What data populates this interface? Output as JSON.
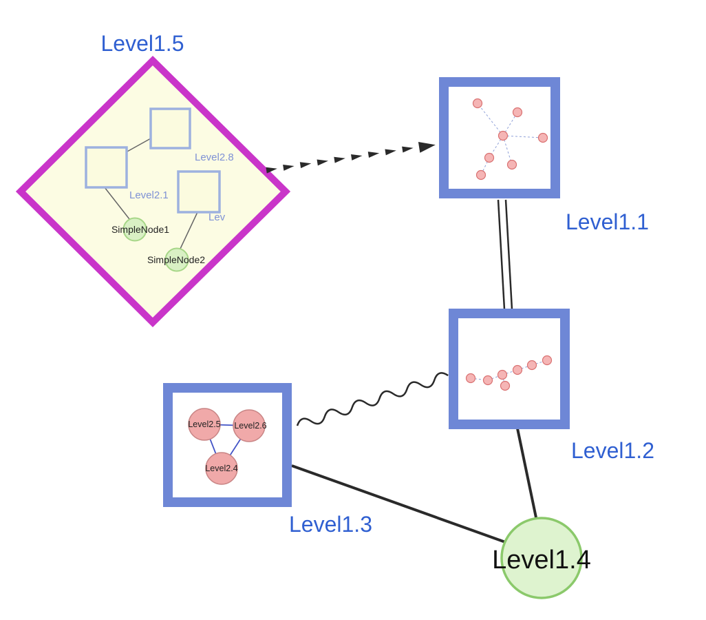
{
  "nodes": {
    "level1_5": {
      "label": "Level1.5",
      "type": "compound-diamond"
    },
    "level2_8": {
      "label": "Level2.8",
      "type": "square"
    },
    "level2_1": {
      "label": "Level2.1",
      "type": "square"
    },
    "lev": {
      "label": "Lev",
      "type": "square"
    },
    "simple_node1": {
      "label": "SimpleNode1",
      "type": "green-circle"
    },
    "simple_node2": {
      "label": "SimpleNode2",
      "type": "green-circle"
    },
    "level1_1": {
      "label": "Level1.1",
      "type": "graph-box"
    },
    "level1_2": {
      "label": "Level1.2",
      "type": "graph-box"
    },
    "level1_3": {
      "label": "Level1.3",
      "type": "graph-box"
    },
    "level1_4": {
      "label": "Level1.4",
      "type": "green-circle"
    },
    "level2_5": {
      "label": "Level2.5",
      "type": "pink-circle"
    },
    "level2_6": {
      "label": "Level2.6",
      "type": "pink-circle"
    },
    "level2_4": {
      "label": "Level2.4",
      "type": "pink-circle"
    }
  },
  "edges": [
    {
      "from": "Level1.5",
      "to": "Level1.1",
      "style": "dashed-arrow"
    },
    {
      "from": "Level1.1",
      "to": "Level1.2",
      "style": "double-line"
    },
    {
      "from": "Level1.3",
      "to": "Level1.2",
      "style": "wavy"
    },
    {
      "from": "Level1.3",
      "to": "Level1.4",
      "style": "solid"
    },
    {
      "from": "Level1.2",
      "to": "Level1.4",
      "style": "solid"
    },
    {
      "from": "Level2.8",
      "to": "Level2.1",
      "style": "solid"
    },
    {
      "from": "Level2.1",
      "to": "SimpleNode1",
      "style": "solid"
    },
    {
      "from": "Lev",
      "to": "SimpleNode2",
      "style": "solid"
    },
    {
      "from": "Level2.5",
      "to": "Level2.6",
      "style": "solid"
    },
    {
      "from": "Level2.5",
      "to": "Level2.4",
      "style": "solid"
    },
    {
      "from": "Level2.6",
      "to": "Level2.4",
      "style": "solid"
    }
  ],
  "colors": {
    "label_blue": "#2f5fd1",
    "box_border_blue": "#6e87d6",
    "diamond_border_magenta": "#c935c9",
    "diamond_fill": "#fcfce3",
    "inner_square_border": "#9db1df",
    "green_fill": "#d9f0c4",
    "green_border": "#a6d687",
    "big_green_fill": "#def3cf",
    "big_green_border": "#8bc96b",
    "pink_fill": "#f5b5b5",
    "pink_border": "#d97070",
    "edge_black": "#2a2a2a",
    "mini_edge_blue": "#8fa0d8",
    "triangle_edge_blue": "#4253c6"
  }
}
